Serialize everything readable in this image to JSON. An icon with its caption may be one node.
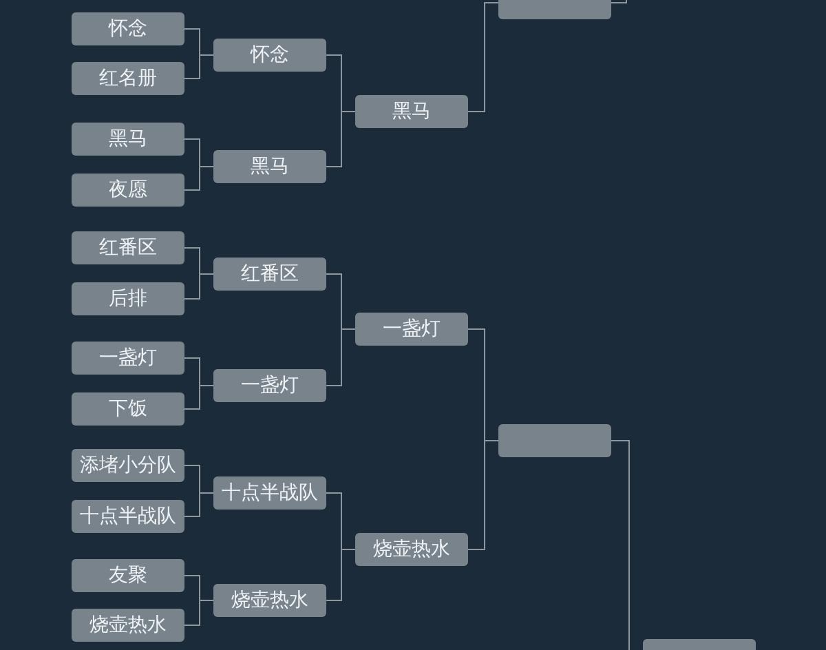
{
  "diagram": {
    "nodes": [
      {
        "text": [
          "怀念"
        ]
      },
      {
        "text": [
          "红名册"
        ]
      },
      {
        "text": [
          "黑马"
        ]
      },
      {
        "text": [
          "夜愿"
        ]
      },
      {
        "text": [
          "红番区"
        ]
      },
      {
        "text": [
          "后排"
        ]
      },
      {
        "text": [
          "一盏灯"
        ]
      },
      {
        "text": [
          "下饭"
        ]
      },
      {
        "text": [
          "添堵小分队"
        ]
      },
      {
        "text": [
          "十点半战队"
        ]
      },
      {
        "text": [
          "友聚"
        ]
      },
      {
        "text": [
          "烧壶热水"
        ]
      },
      {
        "text": [
          "怀念"
        ]
      },
      {
        "text": [
          "黑马"
        ]
      },
      {
        "text": [
          "红番区"
        ]
      },
      {
        "text": [
          "一盏灯"
        ]
      },
      {
        "text": [
          "十点半战队"
        ]
      },
      {
        "text": [
          "烧壶热水"
        ]
      },
      {
        "text": [
          "黑马"
        ]
      },
      {
        "text": [
          "一盏灯"
        ]
      },
      {
        "text": [
          "烧壶热水"
        ]
      },
      {
        "text": [],
        "shape": "box"
      },
      {
        "text": [],
        "shape": "box"
      },
      {
        "text": [],
        "shape": "box"
      }
    ],
    "edges": [
      {
        "from": 0,
        "to": 12,
        "arrow": "none"
      },
      {
        "from": 1,
        "to": 12,
        "arrow": "none"
      },
      {
        "from": 2,
        "to": 13,
        "arrow": "none"
      },
      {
        "from": 3,
        "to": 13,
        "arrow": "none"
      },
      {
        "from": 4,
        "to": 14,
        "arrow": "none"
      },
      {
        "from": 5,
        "to": 14,
        "arrow": "none"
      },
      {
        "from": 6,
        "to": 15,
        "arrow": "none"
      },
      {
        "from": 7,
        "to": 15,
        "arrow": "none"
      },
      {
        "from": 8,
        "to": 16,
        "arrow": "none"
      },
      {
        "from": 9,
        "to": 16,
        "arrow": "none"
      },
      {
        "from": 10,
        "to": 17,
        "arrow": "none"
      },
      {
        "from": 11,
        "to": 17,
        "arrow": "none"
      },
      {
        "from": 12,
        "to": 18,
        "arrow": "none"
      },
      {
        "from": 13,
        "to": 18,
        "arrow": "none"
      },
      {
        "from": 14,
        "to": 19,
        "arrow": "none"
      },
      {
        "from": 15,
        "to": 19,
        "arrow": "none"
      },
      {
        "from": 16,
        "to": 20,
        "arrow": "none"
      },
      {
        "from": 17,
        "to": 20,
        "arrow": "none"
      },
      {
        "from": 18,
        "to": 21,
        "arrow": "none"
      },
      {
        "from": 19,
        "to": 22,
        "arrow": "none"
      },
      {
        "from": 20,
        "to": 22,
        "arrow": "none"
      },
      {
        "from": 21,
        "to": null,
        "arrow": "none"
      },
      {
        "from": 22,
        "to": 23,
        "arrow": "none"
      }
    ]
  }
}
